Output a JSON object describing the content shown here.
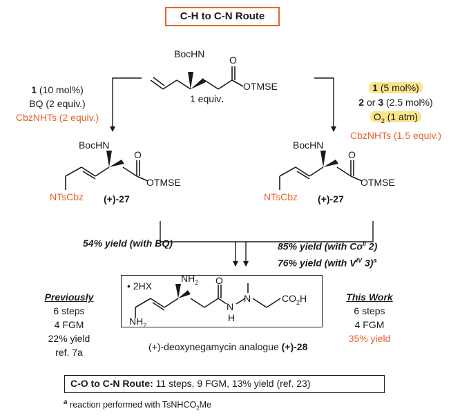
{
  "title": "C-H to C-N Route",
  "start": {
    "boc": "BocHN",
    "oxygen": "O",
    "ester": "OTMSE",
    "equiv_num": "1 equiv",
    "equiv_dot": "."
  },
  "left_conditions": {
    "line1_bold": "1",
    "line1_rest": " (10 mol%)",
    "line2": "BQ (2 equiv.)",
    "line3": "CbzNHTs (2 equiv.)"
  },
  "right_conditions": {
    "line1_bold": "1",
    "line1_rest": " (5 mol%)",
    "line2_b1": "2",
    "line2_mid": " or ",
    "line2_b2": "3",
    "line2_rest": " (2.5 mol%)",
    "line3_pre": "O",
    "line3_sub": "2",
    "line3_rest": " (1 atm)",
    "line4": "CbzNHTs (1.5 equiv.)"
  },
  "product": {
    "boc": "BocHN",
    "oxygen": "O",
    "ester": "OTMSE",
    "nts": "NTsCbz",
    "label": "(+)-27"
  },
  "yields": {
    "left": "54% yield (with BQ)",
    "right1_pre": "85% yield (with Co",
    "right1_sup": "II",
    "right1_post": " 2)",
    "right2_pre": "76% yield (with V",
    "right2_sup": "IV",
    "right2_post": " 3)",
    "right2_note": "a"
  },
  "previously": {
    "heading": "Previously",
    "lines": [
      "6 steps",
      "4 FGM",
      "22% yield",
      "ref. 7a"
    ]
  },
  "this_work": {
    "heading": "This Work",
    "lines": [
      "6 steps",
      "4 FGM"
    ],
    "highlight": "35% yield"
  },
  "target": {
    "salt_dot": "•",
    "salt": " 2HX",
    "nh2_top_pre": "NH",
    "nh2_top_sub": "2",
    "oxygen": "O",
    "n": "N",
    "nh": "N",
    "h": "H",
    "co2h_pre": "CO",
    "co2h_sub": "2",
    "co2h_post": "H",
    "nh2_bottom_pre": "NH",
    "nh2_bottom_sub": "2"
  },
  "caption": {
    "text": "(+)-deoxynegamycin analogue ",
    "bold": "(+)-28"
  },
  "co_route": {
    "bold": "C-O to C-N Route:",
    "rest": " 11 steps, 9 FGM, 13% yield (ref. 23)"
  },
  "footnote": {
    "mark": "a",
    "pre": " reaction performed with TsNHCO",
    "sub": "2",
    "post": "Me"
  }
}
